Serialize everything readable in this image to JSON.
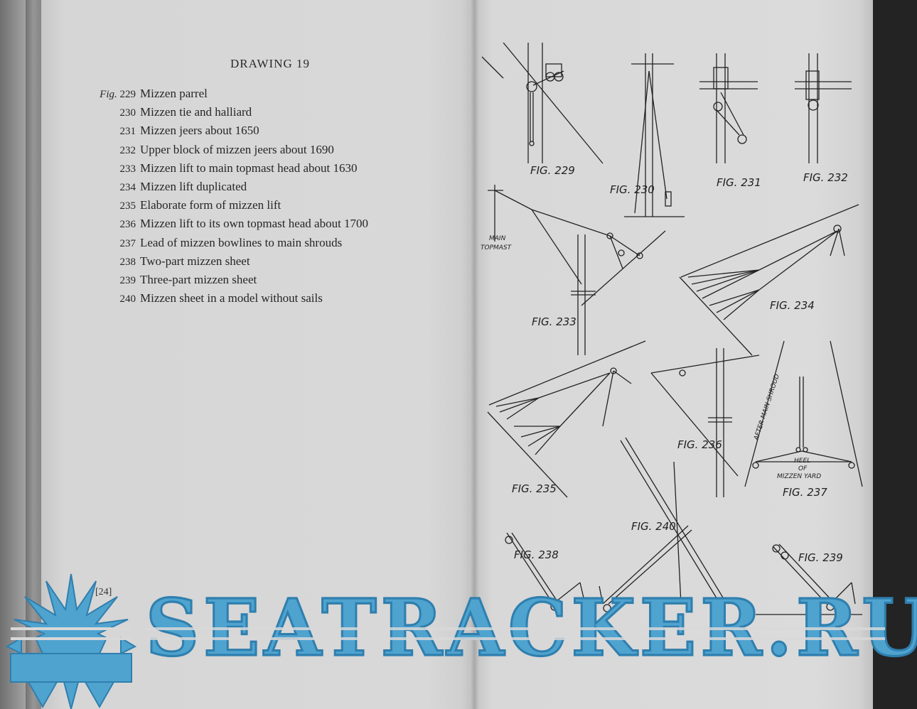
{
  "heading": "DRAWING 19",
  "captions": [
    {
      "num": "229",
      "prefix": "Fig.",
      "text": "Mizzen parrel"
    },
    {
      "num": "230",
      "prefix": "",
      "text": "Mizzen tie and halliard"
    },
    {
      "num": "231",
      "prefix": "",
      "text": "Mizzen jeers about 1650"
    },
    {
      "num": "232",
      "prefix": "",
      "text": "Upper block of mizzen jeers about 1690"
    },
    {
      "num": "233",
      "prefix": "",
      "text": "Mizzen lift to main topmast head about 1630"
    },
    {
      "num": "234",
      "prefix": "",
      "text": "Mizzen lift duplicated"
    },
    {
      "num": "235",
      "prefix": "",
      "text": "Elaborate form of mizzen lift"
    },
    {
      "num": "236",
      "prefix": "",
      "text": "Mizzen lift to its own topmast head about 1700"
    },
    {
      "num": "237",
      "prefix": "",
      "text": "Lead of mizzen bowlines to main shrouds"
    },
    {
      "num": "238",
      "prefix": "",
      "text": "Two-part mizzen sheet"
    },
    {
      "num": "239",
      "prefix": "",
      "text": "Three-part mizzen sheet"
    },
    {
      "num": "240",
      "prefix": "",
      "text": "Mizzen sheet in a model without sails"
    }
  ],
  "folio": "[24]",
  "figures": {
    "fig229": "FIG. 229",
    "fig230": "FIG. 230",
    "fig231": "FIG. 231",
    "fig232": "FIG. 232",
    "fig233": "FIG. 233",
    "fig234": "FIG. 234",
    "fig235": "FIG. 235",
    "fig236": "FIG. 236",
    "fig237": "FIG. 237",
    "fig238": "FIG. 238",
    "fig239": "FIG. 239",
    "fig240": "FIG. 240"
  },
  "annotations": {
    "main_topmast_1": "MAIN",
    "main_topmast_2": "TOPMAST",
    "after_main_shroud": "AFTER MAIN SHROUD",
    "heel_of": "HEEL",
    "heel_of_2": "OF",
    "mizzen_yard": "MIZZEN YARD"
  },
  "watermark": {
    "text": "SEATRACKER.RU",
    "color": "#4fa3cf"
  }
}
